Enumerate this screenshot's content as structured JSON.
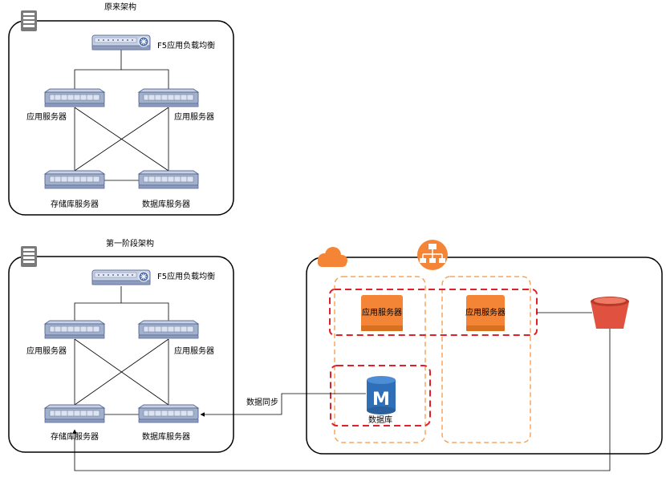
{
  "top_section": {
    "title": "原来架构",
    "load_balancer": "F5应用负载均衡",
    "app_server_left": "应用服务器",
    "app_server_right": "应用服务器",
    "storage_server": "存储库服务器",
    "db_server": "数据库服务器"
  },
  "bottom_section": {
    "title": "第一阶段架构",
    "load_balancer": "F5应用负载均衡",
    "app_server_left": "应用服务器",
    "app_server_right": "应用服务器",
    "storage_server": "存储库服务器",
    "db_server": "数据库服务器"
  },
  "cloud_section": {
    "app_server_a": "应用服务器",
    "app_server_b": "应用服务器",
    "database": "数据库",
    "db_glyph": "M"
  },
  "data_sync_label": "数据同步",
  "colors": {
    "orange": "#f58536",
    "orange_dash": "#f5a65b",
    "red_dash": "#e0202a",
    "bucket_red": "#e0523f",
    "db_blue": "#2f6fb8",
    "server_blue": "#7e8fb6"
  }
}
